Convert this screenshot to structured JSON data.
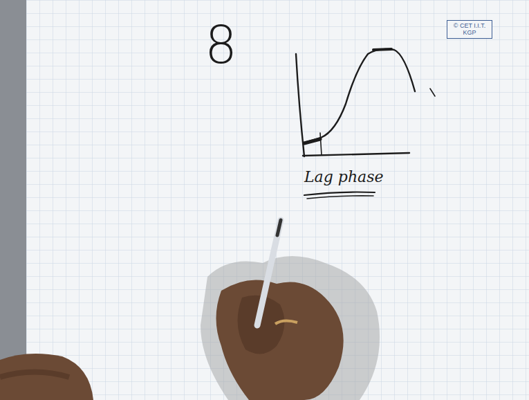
{
  "diagram": {
    "nodes": [
      {
        "text": [
          "© CET I.I.T. KGP"
        ]
      }
    ],
    "labels": [
      "8",
      "Lag phase"
    ]
  }
}
